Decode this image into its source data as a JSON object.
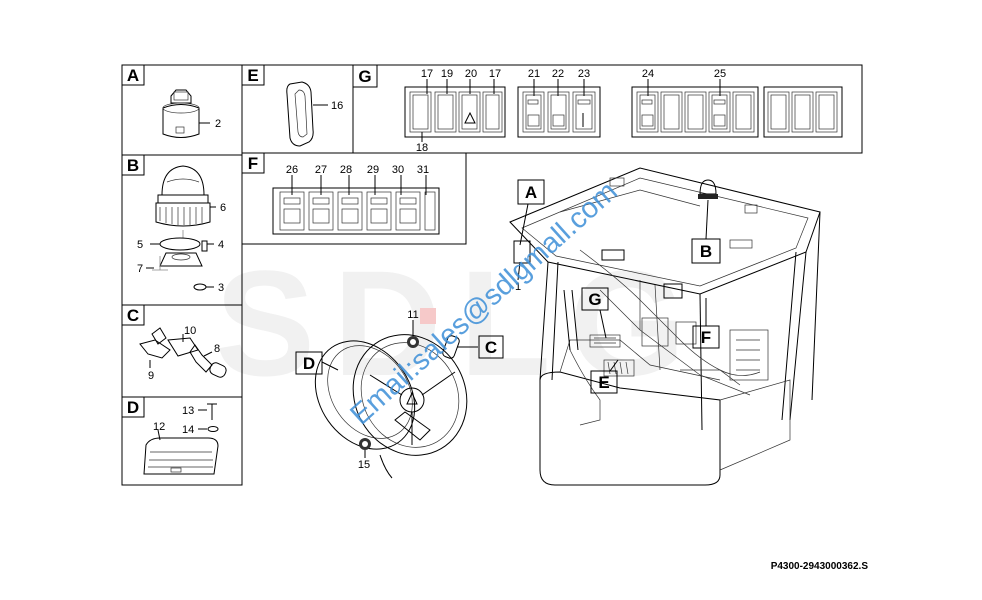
{
  "panels": [
    {
      "letter": "A"
    },
    {
      "letter": "B"
    },
    {
      "letter": "C"
    },
    {
      "letter": "D"
    },
    {
      "letter": "E"
    },
    {
      "letter": "F"
    },
    {
      "letter": "G"
    }
  ],
  "callouts": {
    "c1": "1",
    "c2": "2",
    "c3": "3",
    "c4": "4",
    "c5": "5",
    "c6": "6",
    "c7": "7",
    "c8": "8",
    "c9": "9",
    "c10": "10",
    "c11": "11",
    "c12": "12",
    "c13": "13",
    "c14": "14",
    "c15": "15",
    "c16": "16",
    "c17a": "17",
    "c17b": "17",
    "c18": "18",
    "c19": "19",
    "c20": "20",
    "c21": "21",
    "c22": "22",
    "c23": "23",
    "c24": "24",
    "c25": "25",
    "c26": "26",
    "c27": "27",
    "c28": "28",
    "c29": "29",
    "c30": "30",
    "c31": "31"
  },
  "location_labels": {
    "a": "A",
    "b": "B",
    "c": "C",
    "d": "D",
    "e": "E",
    "f": "F",
    "g": "G"
  },
  "watermark": {
    "email": "Email:sales@sdlgmall.com",
    "logo": "SDLG"
  },
  "drawing_id": "P4300-2943000362.S",
  "colors": {
    "line": "#000000",
    "watermark": "#3d8fd8",
    "logo_bg": "#f1f1f1",
    "accent_red": "#e33b3b"
  }
}
